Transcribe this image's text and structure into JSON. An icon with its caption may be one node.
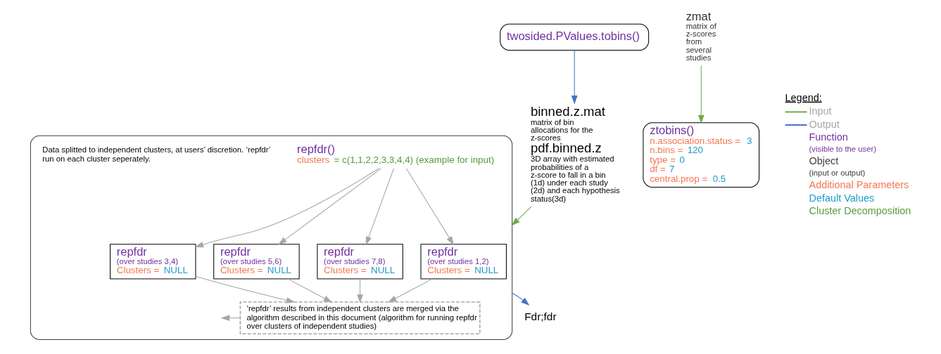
{
  "diagram": {
    "nodes": [
      {
        "text": [
          "binned.z.mat",
          "matrix of bin allocations for the z-scores",
          "pdf.binned.z",
          "3D array with estimated probabilities of a z-score to fall in a bin (1d) under each study (2d) and each hypothesis status(3d)"
        ]
      },
      {
        "text": [
          "twosided.PValues.tobins()"
        ]
      },
      {
        "text": [
          "ztobins()",
          "n.association.status = 3",
          "n.bins = 120",
          "type = 0",
          "df = 7",
          "central.prop = 0.5"
        ]
      },
      {
        "text": [
          "zmat",
          "matrix of z-scores from several studies"
        ]
      },
      {
        "text": [
          "repfdr()",
          "clusters = c(1,1,2,2,3,3,4,4) (example for input)"
        ]
      },
      {
        "text": [
          "repfdr",
          "(over studies 1,2)",
          "Clusters = NULL"
        ],
        "in": 4
      },
      {
        "text": [
          "repfdr",
          "(over studies 3,4)",
          "Clusters = NULL"
        ],
        "in": 4
      },
      {
        "text": [
          "repfdr",
          "(over studies 5,6)",
          "Clusters = NULL"
        ],
        "in": 4
      },
      {
        "text": [
          "repfdr",
          "(over studies 7,8)",
          "Clusters = NULL"
        ],
        "in": 4
      },
      {
        "text": [
          "‘repfdr’ results from independent clusters are merged via the algorithm described in this document (algorithm for running repfdr over clusters of independent studies)"
        ],
        "in": 4
      },
      {
        "text": [
          "Fdr;fdr"
        ]
      }
    ],
    "edges": [
      {
        "from": 0,
        "to": 4,
        "arrow": "to",
        "color": "#70ad47"
      },
      {
        "from": 1,
        "to": 0,
        "arrow": "to",
        "color": "#4472c4"
      },
      {
        "from": 3,
        "to": 2,
        "arrow": "to",
        "color": "#70ad47"
      },
      {
        "from": 4,
        "to": 5,
        "arrow": "to"
      },
      {
        "from": 4,
        "to": 6,
        "arrow": "to"
      },
      {
        "from": 4,
        "to": 7,
        "arrow": "to"
      },
      {
        "from": 4,
        "to": 8,
        "arrow": "to"
      },
      {
        "from": 5,
        "to": 9,
        "arrow": "to"
      },
      {
        "from": 6,
        "to": 9,
        "arrow": "to"
      },
      {
        "from": 7,
        "to": 9,
        "arrow": "to"
      },
      {
        "from": 8,
        "to": 9,
        "arrow": "to"
      },
      {
        "from": 9,
        "to": null,
        "arrow": "to"
      },
      {
        "from": 4,
        "to": 10,
        "arrow": "to",
        "color": "#4472c4"
      }
    ],
    "labels": [
      "Data splitted to independent clusters, at users’ discretion. ‘repfdr’ run on each cluster seperately.",
      "Legend:"
    ],
    "legend": [
      {
        "text": "Input"
      },
      {
        "text": "Output"
      },
      {
        "text": "Function",
        "color": "#7030a0"
      },
      {
        "text": "(visible to the user)",
        "color": "#7030a0"
      },
      {
        "text": "Object",
        "color": "#404040"
      },
      {
        "text": "(input or output)",
        "color": "#404040"
      },
      {
        "text": "Additional Parameters",
        "color": "#f4774f"
      },
      {
        "text": "Default Values",
        "color": "#1e9bc8"
      },
      {
        "text": "Cluster Decomposition",
        "color": "#5b9a3c"
      }
    ]
  }
}
